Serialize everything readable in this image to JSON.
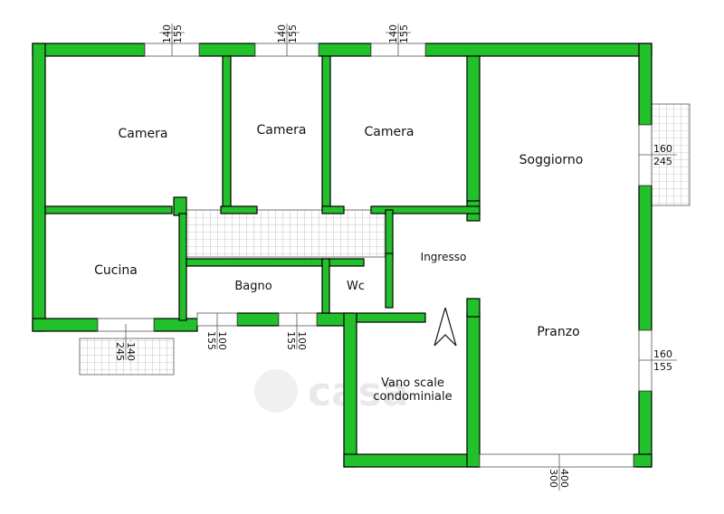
{
  "rooms": {
    "camera1": "Camera",
    "camera2": "Camera",
    "camera3": "Camera",
    "soggiorno": "Soggiorno",
    "cucina": "Cucina",
    "bagno": "Bagno",
    "wc": "Wc",
    "ingresso": "Ingresso",
    "pranzo": "Pranzo",
    "vano_scale_line1": "Vano scale",
    "vano_scale_line2": "condominiale"
  },
  "dimensions": {
    "win1_top": "140",
    "win1_bottom": "155",
    "win2_top": "140",
    "win2_bottom": "155",
    "win3_top": "140",
    "win3_bottom": "155",
    "sog_win_top": "160",
    "sog_win_bottom": "245",
    "pranzo_win_top": "160",
    "pranzo_win_bottom": "155",
    "cucina_win_top": "140",
    "cucina_win_bottom": "245",
    "bagno_win1_top": "100",
    "bagno_win1_bottom": "155",
    "bagno_win2_top": "155",
    "bagno_win2_bottom": "100",
    "bottom_win_top": "400",
    "bottom_win_bottom": "300"
  },
  "watermark": "casa",
  "colors": {
    "wall": "#22c02a",
    "outline": "#000000"
  }
}
